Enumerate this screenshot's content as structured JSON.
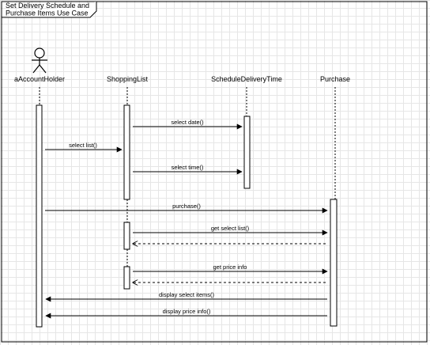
{
  "frame": {
    "title_line1": "Set Delivery Schedule and",
    "title_line2": "Purchase Items Use Case"
  },
  "lifelines": [
    {
      "id": "account",
      "name": "aAccountHolder",
      "kind": "actor"
    },
    {
      "id": "list",
      "name": "ShoppingList",
      "kind": "object"
    },
    {
      "id": "schedule",
      "name": "ScheduleDeliveryTime",
      "kind": "object"
    },
    {
      "id": "purchase",
      "name": "Purchase",
      "kind": "object"
    }
  ],
  "messages": [
    {
      "label": "select date()",
      "from": "list",
      "to": "schedule",
      "type": "sync"
    },
    {
      "label": "select list()",
      "from": "account",
      "to": "list",
      "type": "sync"
    },
    {
      "label": "select time()",
      "from": "list",
      "to": "schedule",
      "type": "sync"
    },
    {
      "label": "purchase()",
      "from": "account",
      "to": "purchase",
      "type": "sync"
    },
    {
      "label": "get select list()",
      "from": "list",
      "to": "purchase",
      "type": "sync"
    },
    {
      "label": "",
      "from": "purchase",
      "to": "list",
      "type": "return"
    },
    {
      "label": "get price info",
      "from": "list",
      "to": "purchase",
      "type": "sync"
    },
    {
      "label": "",
      "from": "purchase",
      "to": "list",
      "type": "return"
    },
    {
      "label": "display select items()",
      "from": "purchase",
      "to": "account",
      "type": "sync"
    },
    {
      "label": "display price info()",
      "from": "purchase",
      "to": "account",
      "type": "sync"
    }
  ]
}
